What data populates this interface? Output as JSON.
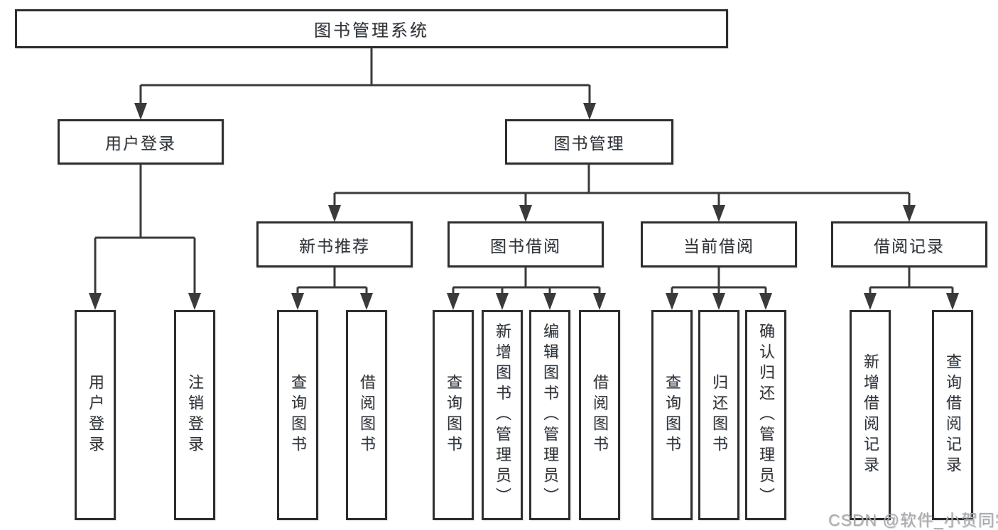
{
  "tree": {
    "root": "图书管理系统",
    "children": [
      {
        "label": "用户登录",
        "children": [
          "用户登录",
          "注销登录"
        ]
      },
      {
        "label": "图书管理",
        "children": [
          {
            "label": "新书推荐",
            "children": [
              "查询图书",
              "借阅图书"
            ]
          },
          {
            "label": "图书借阅",
            "children": [
              "查询图书",
              "新增图书（管理员）",
              "编辑图书（管理员）",
              "借阅图书"
            ]
          },
          {
            "label": "当前借阅",
            "children": [
              "查询图书",
              "归还图书",
              "确认归还（管理员）"
            ]
          },
          {
            "label": "借阅记录",
            "children": [
              "新增借阅记录",
              "查询借阅记录"
            ]
          }
        ]
      }
    ]
  },
  "watermark": {
    "text": "CSDN @软件_小贺同学"
  },
  "colors": {
    "background": "#ffffff",
    "box_border": "#2e2e2e",
    "line": "#3a3a3a",
    "text": "#333333",
    "watermark": "#aaaaaa"
  }
}
